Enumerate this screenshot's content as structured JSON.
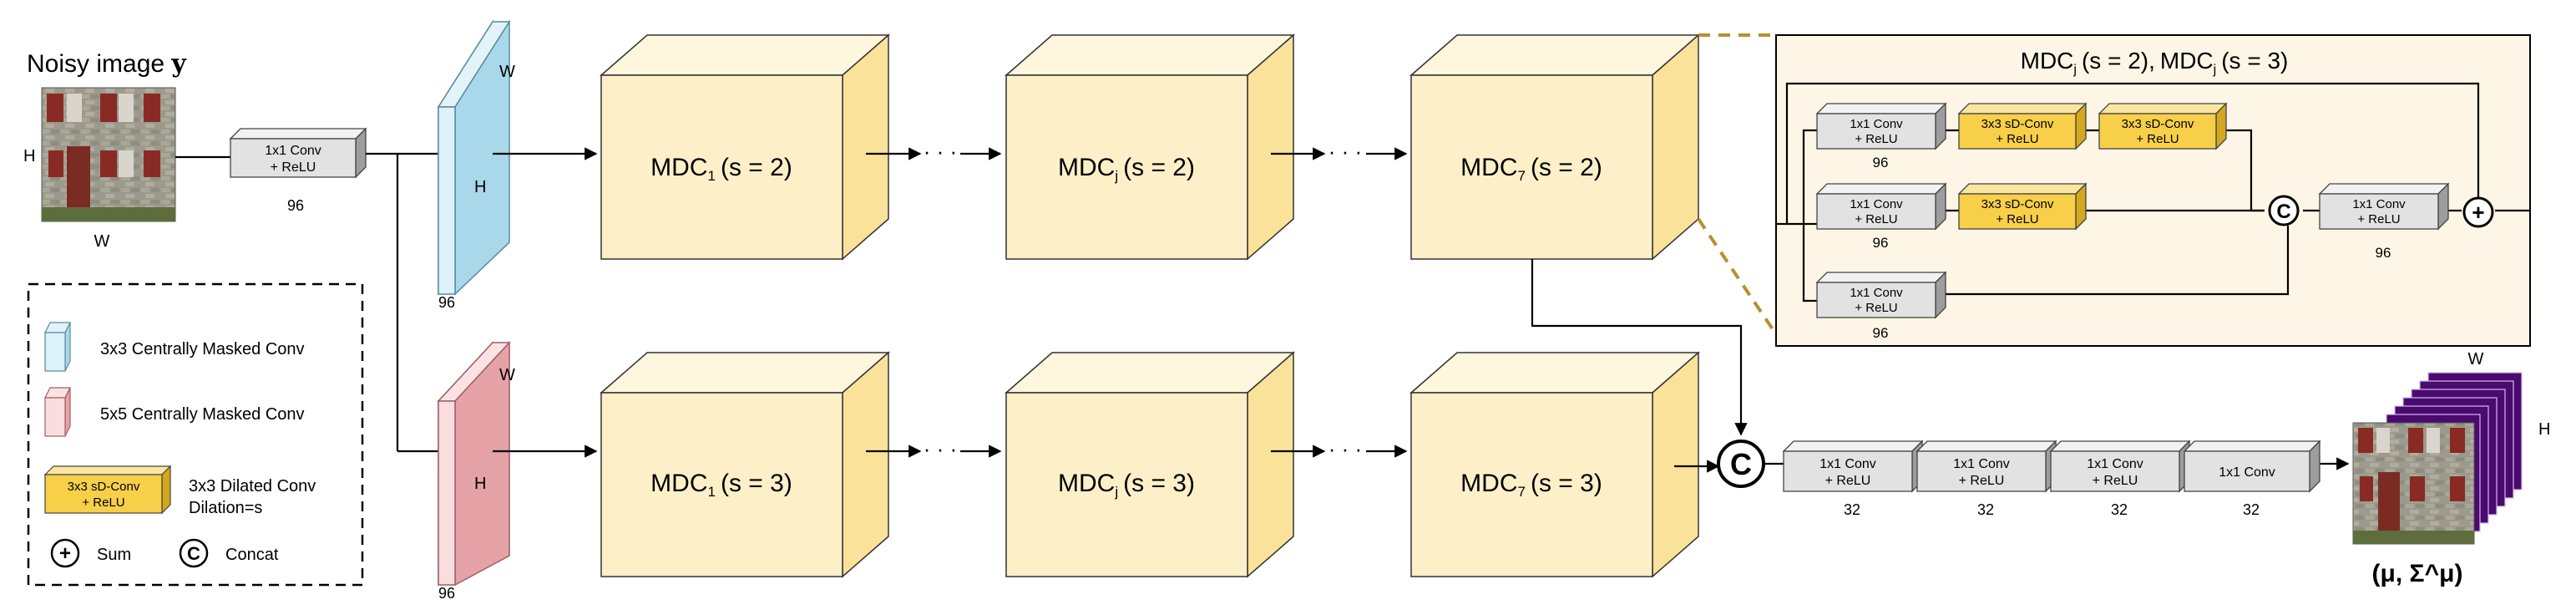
{
  "input": {
    "title": "Noisy image",
    "title_symbol": "y",
    "h_label": "H",
    "w_label": "W"
  },
  "stem": {
    "line1": "1x1 Conv",
    "line2": "+ ReLU",
    "channels": "96"
  },
  "masked_convs": {
    "top": {
      "h_label": "H",
      "w_label": "W",
      "channels": "96",
      "color": "#bfe3f0"
    },
    "bottom": {
      "h_label": "H",
      "w_label": "W",
      "channels": "96",
      "color": "#eab1b5"
    }
  },
  "mdc_blocks": {
    "top": [
      {
        "label": "MDC",
        "subscript": "1",
        "param": "(s = 2)"
      },
      {
        "label": "MDC",
        "subscript": "j",
        "param": "(s = 2)"
      },
      {
        "label": "MDC",
        "subscript": "7",
        "param": "(s = 2)"
      }
    ],
    "bottom": [
      {
        "label": "MDC",
        "subscript": "1",
        "param": "(s = 3)"
      },
      {
        "label": "MDC",
        "subscript": "j",
        "param": "(s = 3)"
      },
      {
        "label": "MDC",
        "subscript": "7",
        "param": "(s = 3)"
      }
    ],
    "dots": "· · ·"
  },
  "detail_panel": {
    "title_part1": "MDC",
    "title_sub1": "j",
    "title_part2": "(s = 2),",
    "title_part3": "MDC",
    "title_sub2": "j",
    "title_part4": "(s = 3)",
    "conv1x1_line1": "1x1 Conv",
    "conv1x1_line2": "+ ReLU",
    "dilated_line1": "3x3 sD-Conv",
    "dilated_line2": "+ ReLU",
    "channels": "96",
    "concat_symbol": "C",
    "sum_symbol": "+"
  },
  "head": {
    "concat_symbol": "C",
    "layers": [
      {
        "line1": "1x1 Conv",
        "line2": "+ ReLU",
        "channels": "32"
      },
      {
        "line1": "1x1 Conv",
        "line2": "+ ReLU",
        "channels": "32"
      },
      {
        "line1": "1x1 Conv",
        "line2": "+ ReLU",
        "channels": "32"
      },
      {
        "line1": "1x1 Conv",
        "line2": "",
        "channels": "32"
      }
    ]
  },
  "output": {
    "w_label": "W",
    "h_label": "H",
    "formula": "(μ, Σ^μ)"
  },
  "legend": {
    "items": [
      {
        "name": "3x3 Centrally Masked Conv"
      },
      {
        "name": "5x5 Centrally Masked Conv"
      },
      {
        "name": "3x3 Dilated Conv",
        "name2": "Dilation=s",
        "box_line1": "3x3 sD-Conv",
        "box_line2": "+ ReLU"
      }
    ],
    "sum_label": "Sum",
    "concat_label": "Concat"
  },
  "colors": {
    "mdc_front": "#fdf0c9",
    "mdc_top": "#fef6dd",
    "mdc_side": "#fbe29a",
    "dilated": "#f7cf48",
    "conv_gray": "#e2e2e2",
    "panel_bg": "#fdf6e6",
    "panel_border": "#b8902d",
    "output_purple": "#4a0a6e"
  }
}
